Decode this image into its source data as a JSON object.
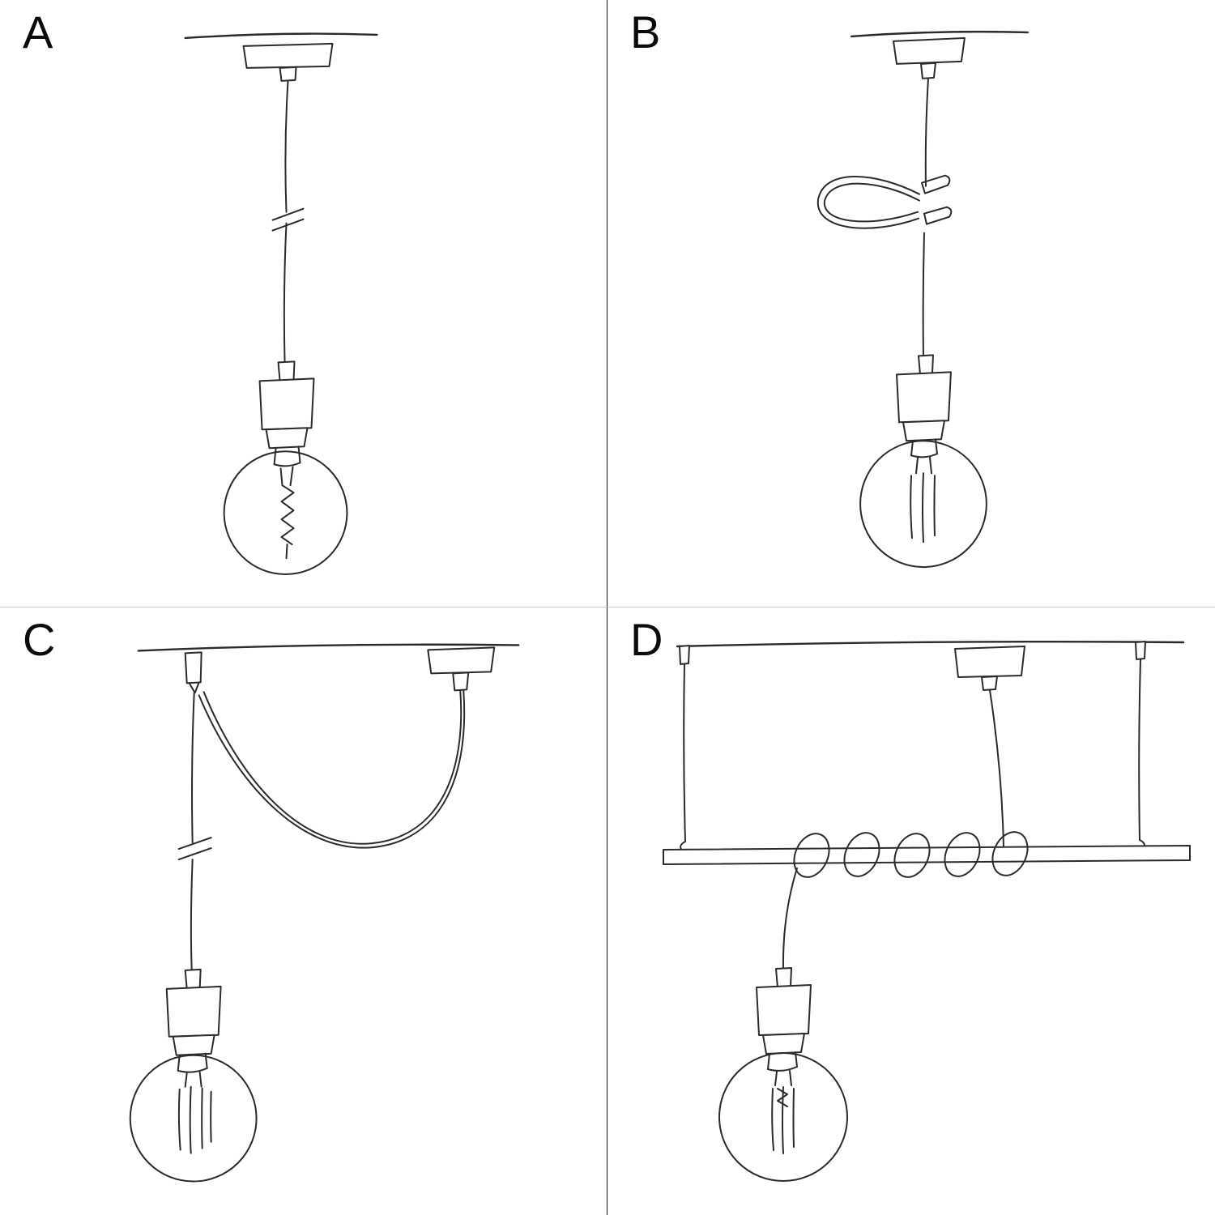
{
  "colors": {
    "background": "#ffffff",
    "ink": "#2b2b2b",
    "divider_vertical": "#1c1c1c",
    "divider_horizontal": "#c9c9c9"
  },
  "panels": [
    {
      "label": "A"
    },
    {
      "label": "B"
    },
    {
      "label": "C"
    },
    {
      "label": "D"
    }
  ]
}
